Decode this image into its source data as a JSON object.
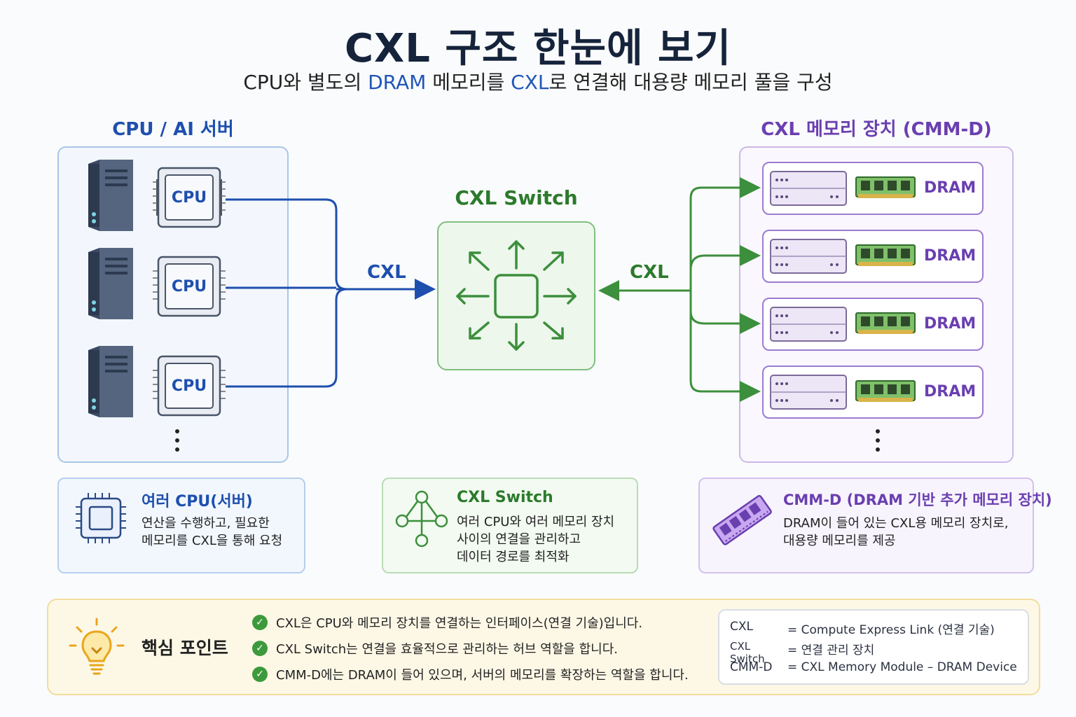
{
  "title": "CXL 구조 한눈에 보기",
  "subtitle": {
    "part1": "CPU와 별도의 ",
    "part2": "DRAM",
    "part3": " 메모리를 ",
    "part4": "CXL",
    "part5": "로 연결해 대용량 메모리 풀을 구성"
  },
  "cpu_section": {
    "title": "CPU / AI 서버",
    "cpu_labels": [
      "CPU",
      "CPU",
      "CPU"
    ]
  },
  "switch": {
    "title": "CXL Switch",
    "left_link_label": "CXL",
    "right_link_label": "CXL"
  },
  "cmm_section": {
    "title": "CXL 메모리 장치 (CMM-D)",
    "dram_labels": [
      "DRAM",
      "DRAM",
      "DRAM",
      "DRAM"
    ]
  },
  "cards": {
    "cpu": {
      "title": "여러 CPU(서버)",
      "text": "연산을 수행하고, 필요한\n메모리를 CXL을 통해 요청"
    },
    "switch": {
      "title": "CXL Switch",
      "text": "여러 CPU와 여러 메모리 장치\n사이의 연결을 관리하고\n데이터 경로를 최적화"
    },
    "cmm": {
      "title": "CMM-D (DRAM 기반 추가 메모리 장치)",
      "text": "DRAM이 들어 있는 CXL용 메모리 장치로,\n대용량 메모리를 제공"
    }
  },
  "key_points": {
    "title": "핵심 포인트",
    "items": [
      "CXL은 CPU와 메모리 장치를 연결하는 인터페이스(연결 기술)입니다.",
      "CXL Switch는 연결을 효율적으로 관리하는 허브 역할을 합니다.",
      "CMM-D에는 DRAM이 들어 있으며, 서버의 메모리를 확장하는 역할을 합니다."
    ]
  },
  "glossary": [
    {
      "term": "CXL",
      "def": "= Compute Express Link (연결 기술)"
    },
    {
      "term": "CXL Switch",
      "def": "= 연결 관리 장치"
    },
    {
      "term": "CMM-D",
      "def": "= CXL Memory Module – DRAM Device"
    }
  ],
  "colors": {
    "cpu_blue": "#1e4fae",
    "switch_green": "#2c7a2c",
    "cmm_purple": "#6a3fb0",
    "keypoint_yellow": "#fdf8e6"
  },
  "icons": [
    "server-tower-icon",
    "cpu-chip-icon",
    "switch-arrows-icon",
    "memory-module-icon",
    "dram-stick-icon",
    "network-hub-icon",
    "lightbulb-icon",
    "check-icon"
  ]
}
